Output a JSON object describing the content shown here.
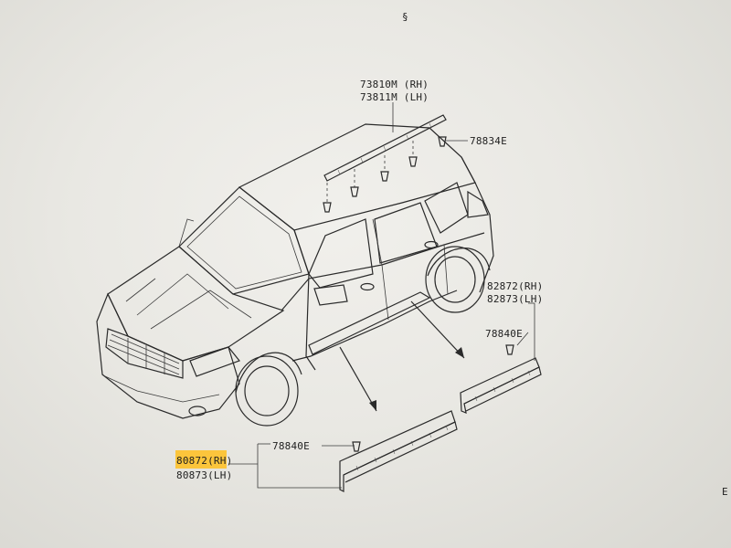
{
  "labels": {
    "roof_rh": "73810M (RH)",
    "roof_lh": "73811M (LH)",
    "clip_roof": "78834E",
    "rear_rh": "82872(RH)",
    "rear_lh": "82873(LH)",
    "clip_rear": "78840E",
    "clip_front": "78840E",
    "front_rh": "80872(RH)",
    "front_lh": "80873(LH)",
    "corner_mark": "E",
    "top_mark": "§"
  },
  "colors": {
    "highlight": "#ffbf1f",
    "line": "#2a2a2a",
    "paper": "#ecebe6"
  }
}
